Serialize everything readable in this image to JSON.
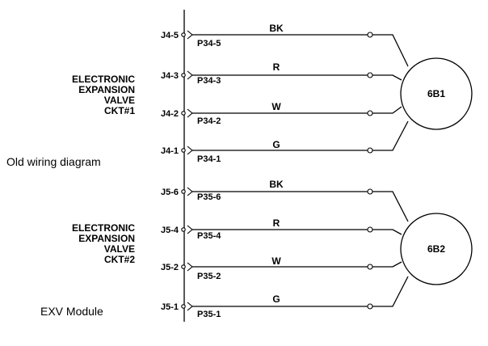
{
  "captions": {
    "old_wiring": "Old wiring diagram",
    "module": "EXV Module"
  },
  "circuits": [
    {
      "label_lines": [
        "ELECTRONIC",
        "EXPANSION",
        "VALVE",
        "CKT#1"
      ],
      "motor": "6B1",
      "wires": [
        {
          "jack": "J4-5",
          "plug": "P34-5",
          "color": "BK"
        },
        {
          "jack": "J4-3",
          "plug": "P34-3",
          "color": "R"
        },
        {
          "jack": "J4-2",
          "plug": "P34-2",
          "color": "W"
        },
        {
          "jack": "J4-1",
          "plug": "P34-1",
          "color": "G"
        }
      ]
    },
    {
      "label_lines": [
        "ELECTRONIC",
        "EXPANSION",
        "VALVE",
        "CKT#2"
      ],
      "motor": "6B2",
      "wires": [
        {
          "jack": "J5-6",
          "plug": "P35-6",
          "color": "BK"
        },
        {
          "jack": "J5-4",
          "plug": "P35-4",
          "color": "R"
        },
        {
          "jack": "J5-2",
          "plug": "P35-2",
          "color": "W"
        },
        {
          "jack": "J5-1",
          "plug": "P35-1",
          "color": "G"
        }
      ]
    }
  ]
}
